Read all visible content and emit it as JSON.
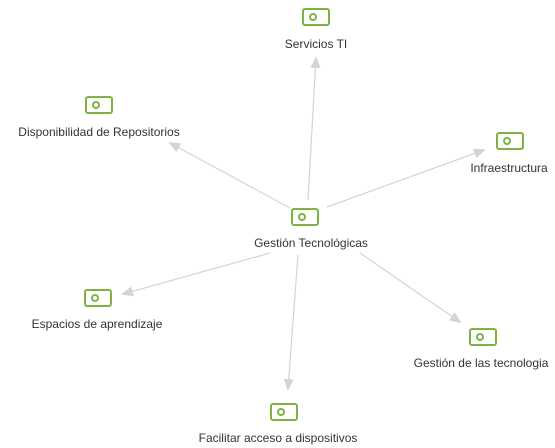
{
  "colors": {
    "icon": "#7cb342",
    "edge": "#d4d4d4",
    "text": "#333333"
  },
  "icon_name": "tag-icon",
  "center": {
    "label": "Gestión Tecnológicas"
  },
  "nodes": [
    {
      "id": "servicios-ti",
      "label": "Servicios TI"
    },
    {
      "id": "disponibilidad-repositorios",
      "label": "Disponibilidad de Repositorios"
    },
    {
      "id": "infraestructura",
      "label": "Infraestructura"
    },
    {
      "id": "espacios-aprendizaje",
      "label": "Espacios de aprendizaje"
    },
    {
      "id": "gestion-tecnologia",
      "label": "Gestión de las tecnologia"
    },
    {
      "id": "facilitar-acceso",
      "label": "Facilitar acceso a dispositivos"
    }
  ]
}
